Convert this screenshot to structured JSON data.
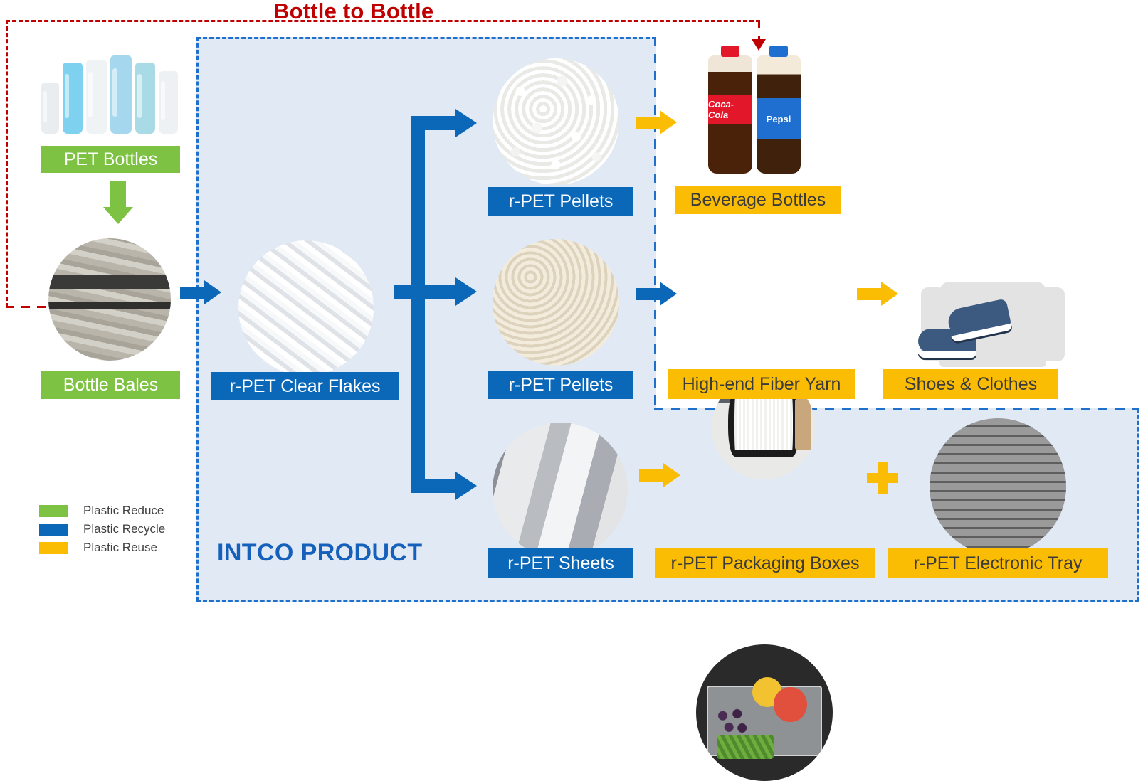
{
  "diagram": {
    "title": "Bottle to Bottle",
    "product_zone_label": "INTCO PRODUCT"
  },
  "colors": {
    "reduce_green": "#7dc242",
    "recycle_blue": "#0b68b8",
    "reuse_gold": "#fbbc04",
    "loop_red": "#c00000",
    "zone_fill": "#e1eaf4",
    "zone_border": "#1f6fcc"
  },
  "nodes": {
    "pet_bottles": {
      "label": "PET Bottles",
      "category": "reduce"
    },
    "bottle_bales": {
      "label": "Bottle Bales",
      "category": "reduce"
    },
    "clear_flakes": {
      "label": "r-PET Clear Flakes",
      "category": "recycle"
    },
    "pellets_top": {
      "label": "r-PET Pellets",
      "category": "recycle"
    },
    "pellets_mid": {
      "label": "r-PET Pellets",
      "category": "recycle"
    },
    "sheets": {
      "label": "r-PET Sheets",
      "category": "recycle"
    },
    "beverage_bottles": {
      "label": "Beverage Bottles",
      "category": "reuse"
    },
    "fiber_yarn": {
      "label": "High-end Fiber Yarn",
      "category": "reuse"
    },
    "shoes_clothes": {
      "label": "Shoes & Clothes",
      "category": "reuse"
    },
    "packaging_boxes": {
      "label": "r-PET Packaging Boxes",
      "category": "reuse"
    },
    "electronic_tray": {
      "label": "r-PET Electronic Tray",
      "category": "reuse"
    }
  },
  "connectors": {
    "plus_symbol": "+"
  },
  "legend": {
    "items": [
      {
        "label": "Plastic Reduce",
        "color": "#7dc242"
      },
      {
        "label": "Plastic Recycle",
        "color": "#0b68b8"
      },
      {
        "label": "Plastic Reuse",
        "color": "#fbbc04"
      }
    ]
  }
}
